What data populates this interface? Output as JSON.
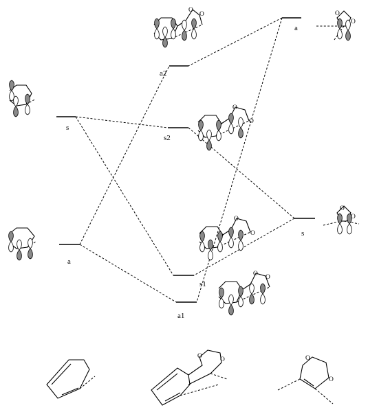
{
  "levels": {
    "left_s": "s",
    "left_a": "a",
    "center_a2": "a2",
    "center_s2": "s2",
    "center_s1": "s1",
    "center_a1": "a1",
    "right_a": "a",
    "right_s": "s"
  },
  "atoms": {
    "oxygen": "O"
  }
}
